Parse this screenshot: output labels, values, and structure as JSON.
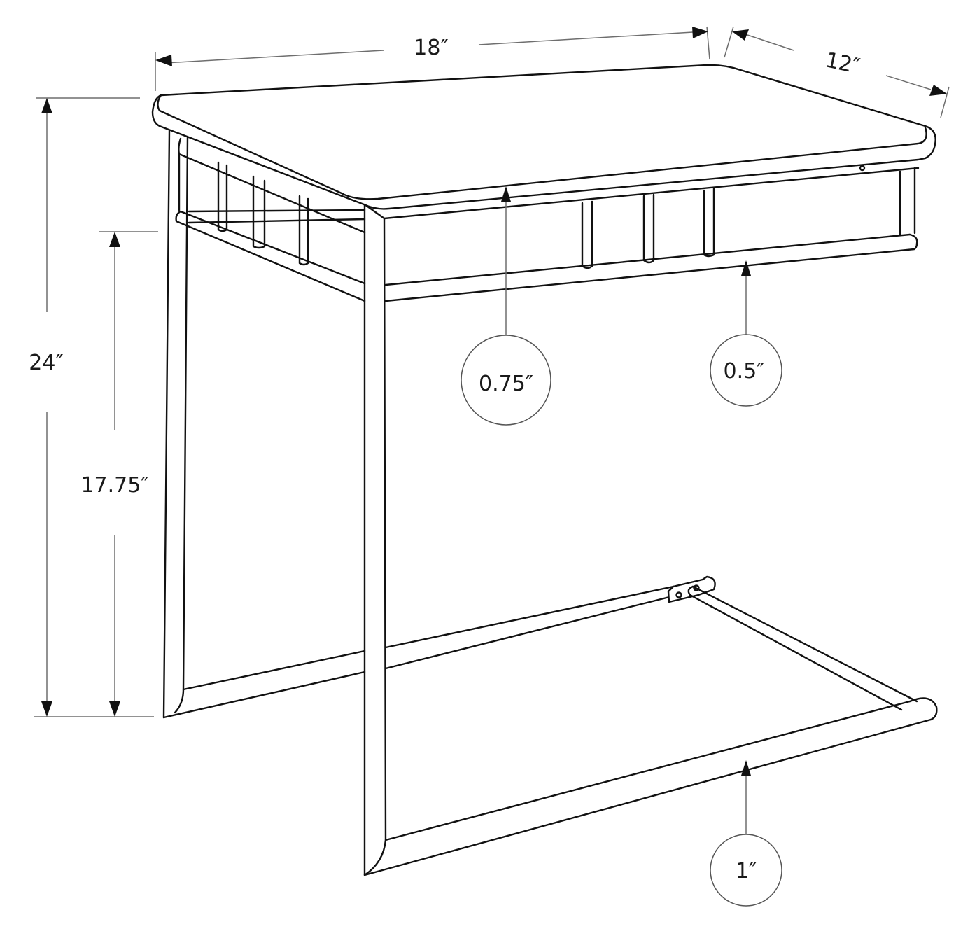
{
  "diagram": {
    "subject": "C-shaped side table dimension drawing",
    "colors": {
      "line": "#111111",
      "dimension_line": "#6e6e6e",
      "background": "#ffffff"
    },
    "dimensions": {
      "width": {
        "label": "18″"
      },
      "depth": {
        "label": "12″"
      },
      "height": {
        "label": "24″"
      },
      "clearance_height": {
        "label": "17.75″"
      }
    },
    "callouts": [
      {
        "id": "top_thickness",
        "label": "0.75″"
      },
      {
        "id": "apron_rail",
        "label": "0.5″"
      },
      {
        "id": "base_tube",
        "label": "1″"
      }
    ]
  }
}
